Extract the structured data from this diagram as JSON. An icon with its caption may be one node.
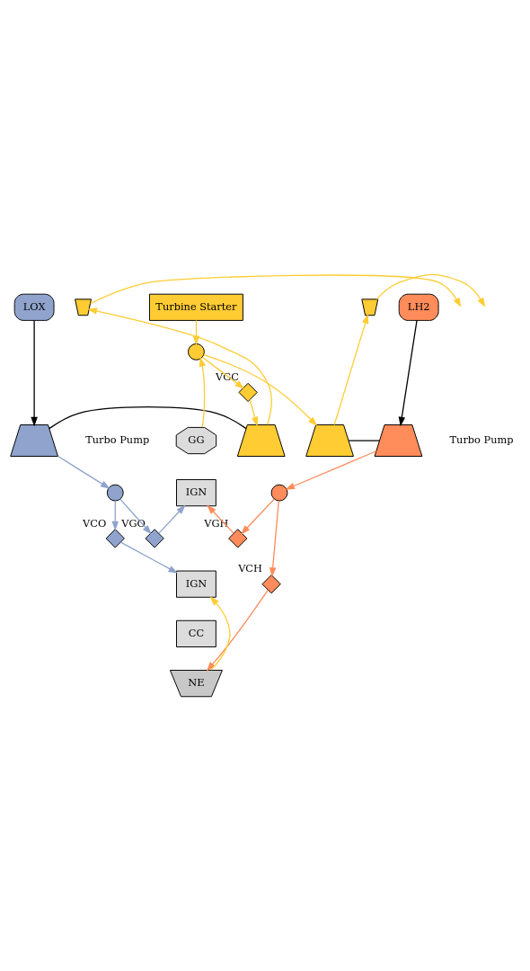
{
  "diagram": {
    "nodes": [
      {
        "text": [
          "LOX"
        ]
      },
      {
        "text": [
          "LH2"
        ]
      },
      {
        "text": [],
        "shape": "trapezium"
      },
      {
        "text": [],
        "shape": "trapezium"
      },
      {
        "text": [],
        "shape": "trapezium"
      },
      {
        "text": [],
        "shape": "trapezium"
      },
      {
        "text": [],
        "shape": "hourglass"
      },
      {
        "text": [],
        "shape": "hourglass"
      },
      {
        "text": [
          "Turbine Starter"
        ]
      },
      {
        "text": [],
        "shape": "circle"
      },
      {
        "text": [],
        "shape": "valve",
        "beside": [
          "VGC"
        ]
      },
      {
        "text": [
          "GG"
        ]
      },
      {
        "text": [
          "IGN"
        ]
      },
      {
        "text": [],
        "shape": "circle"
      },
      {
        "text": [],
        "shape": "valve",
        "beside": [
          "VGO"
        ]
      },
      {
        "text": [],
        "shape": "valve",
        "beside": [
          "VCO"
        ]
      },
      {
        "text": [],
        "shape": "circle"
      },
      {
        "text": [],
        "shape": "valve",
        "beside": [
          "VGH"
        ]
      },
      {
        "text": [],
        "shape": "valve",
        "beside": [
          "VCH"
        ]
      },
      {
        "text": [
          "IGN"
        ]
      },
      {
        "text": [
          "CC"
        ]
      },
      {
        "text": [
          "NE"
        ]
      }
    ],
    "edges": [
      {
        "from": 0,
        "to": 2,
        "arrow": "to",
        "color": "#000000"
      },
      {
        "from": 1,
        "to": 5,
        "arrow": "to",
        "color": "#000000"
      },
      {
        "from": 2,
        "to": 3,
        "arrow": "none",
        "color": "#000000"
      },
      {
        "from": 4,
        "to": 5,
        "arrow": "none",
        "color": "#000000"
      },
      {
        "from": 3,
        "to": 6,
        "arrow": "to",
        "color": "#ffcc33"
      },
      {
        "from": 6,
        "to": null,
        "arrow": "to",
        "color": "#ffcc33"
      },
      {
        "from": 4,
        "to": 7,
        "arrow": "to",
        "color": "#ffcc33"
      },
      {
        "from": 7,
        "to": null,
        "arrow": "to",
        "color": "#ffcc33"
      },
      {
        "from": 8,
        "to": 9,
        "arrow": "to",
        "color": "#ffcc33"
      },
      {
        "from": 11,
        "to": 9,
        "arrow": "to",
        "color": "#ffcc33"
      },
      {
        "from": 9,
        "to": 10,
        "arrow": "to",
        "color": "#ffcc33"
      },
      {
        "from": 10,
        "to": 3,
        "arrow": "to",
        "color": "#ffcc33"
      },
      {
        "from": 9,
        "to": 4,
        "arrow": "to",
        "color": "#ffcc33"
      },
      {
        "from": 2,
        "to": 13,
        "arrow": "to",
        "color": "#8fa3cc"
      },
      {
        "from": 5,
        "to": 16,
        "arrow": "to",
        "color": "#ff8c5a"
      },
      {
        "from": 13,
        "to": 14,
        "arrow": "to",
        "color": "#8fa3cc"
      },
      {
        "from": 14,
        "to": 12,
        "arrow": "to",
        "color": "#8fa3cc"
      },
      {
        "from": 13,
        "to": 15,
        "arrow": "to",
        "color": "#8fa3cc"
      },
      {
        "from": 15,
        "to": 19,
        "arrow": "to",
        "color": "#8fa3cc"
      },
      {
        "from": 16,
        "to": 17,
        "arrow": "to",
        "color": "#ff8c5a"
      },
      {
        "from": 17,
        "to": 12,
        "arrow": "to",
        "color": "#ff8c5a"
      },
      {
        "from": 16,
        "to": 18,
        "arrow": "to",
        "color": "#ff8c5a"
      },
      {
        "from": 18,
        "to": 21,
        "arrow": "to",
        "color": "#ff8c5a"
      },
      {
        "from": 21,
        "to": 19,
        "arrow": "to",
        "color": "#ffcc33"
      }
    ],
    "labels": [
      "Turbo Pump",
      "Turbo Pump"
    ]
  }
}
